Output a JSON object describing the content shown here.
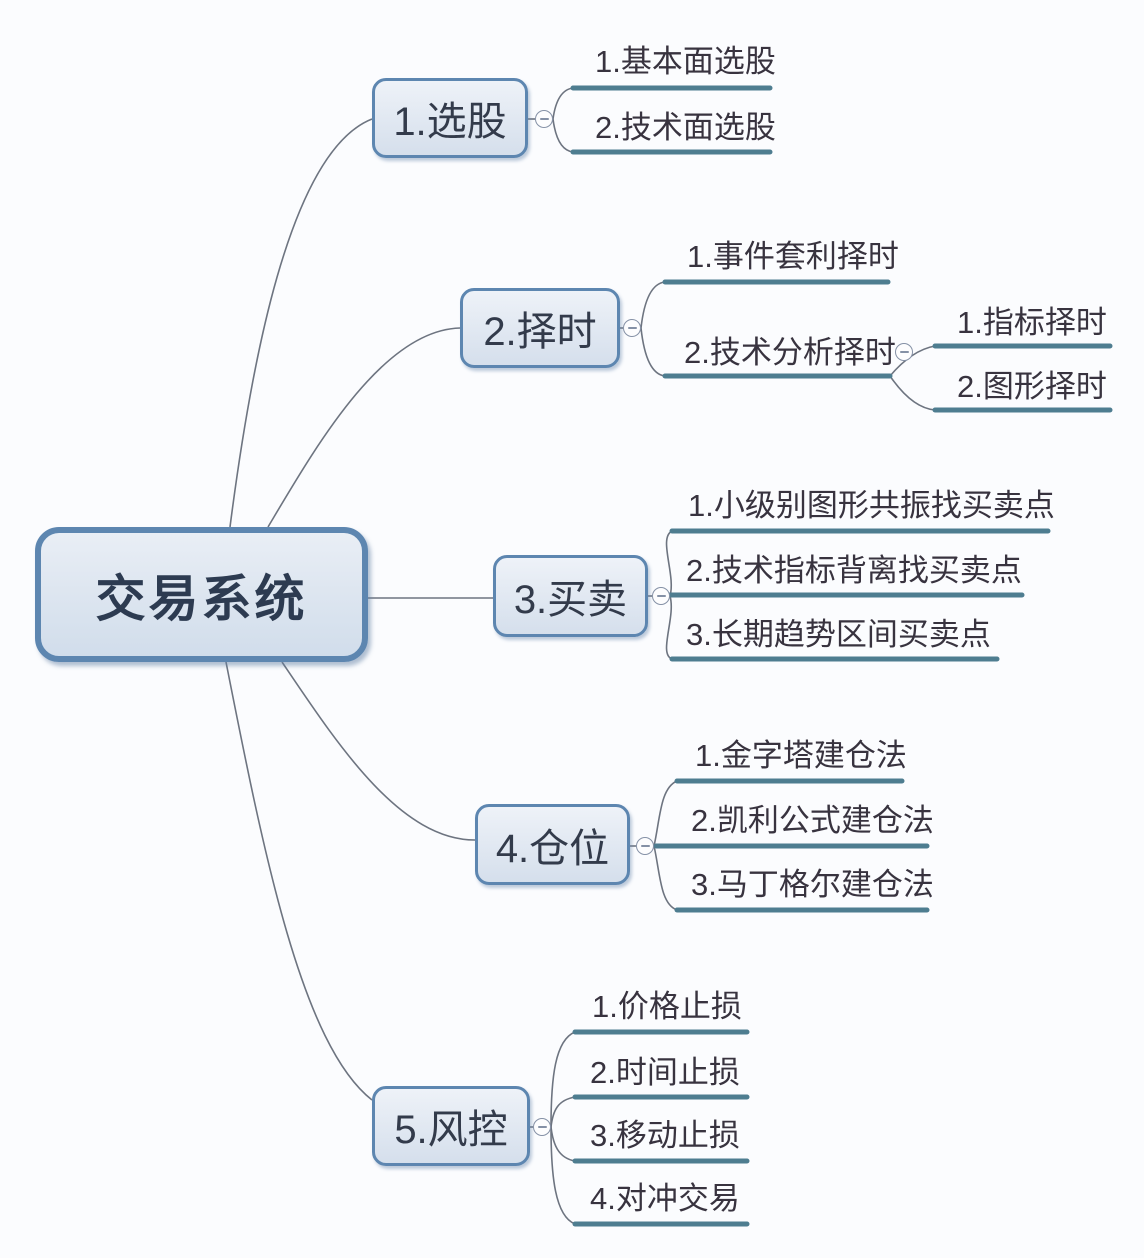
{
  "root": {
    "label": "交易系统"
  },
  "branches": [
    {
      "label": "1.选股",
      "children": [
        {
          "label": "1.基本面选股"
        },
        {
          "label": "2.技术面选股"
        }
      ]
    },
    {
      "label": "2.择时",
      "children": [
        {
          "label": "1.事件套利择时"
        },
        {
          "label": "2.技术分析择时",
          "children": [
            {
              "label": "1.指标择时"
            },
            {
              "label": "2.图形择时"
            }
          ]
        }
      ]
    },
    {
      "label": "3.买卖",
      "children": [
        {
          "label": "1.小级别图形共振找买卖点"
        },
        {
          "label": "2.技术指标背离找买卖点"
        },
        {
          "label": "3.长期趋势区间买卖点"
        }
      ]
    },
    {
      "label": "4.仓位",
      "children": [
        {
          "label": "1.金字塔建仓法"
        },
        {
          "label": "2.凯利公式建仓法"
        },
        {
          "label": "3.马丁格尔建仓法"
        }
      ]
    },
    {
      "label": "5.风控",
      "children": [
        {
          "label": "1.价格止损"
        },
        {
          "label": "2.时间止损"
        },
        {
          "label": "3.移动止损"
        },
        {
          "label": "4.对冲交易"
        }
      ]
    }
  ],
  "colors": {
    "node_border": "#5d86b0",
    "node_fill_top": "#eef2f8",
    "node_fill_bottom": "#d5dfec",
    "underline": "#4e7d90",
    "connector": "#6d7480",
    "node_text": "#333b4b",
    "leaf_text": "#38333f",
    "background": "#fbfcfe"
  }
}
